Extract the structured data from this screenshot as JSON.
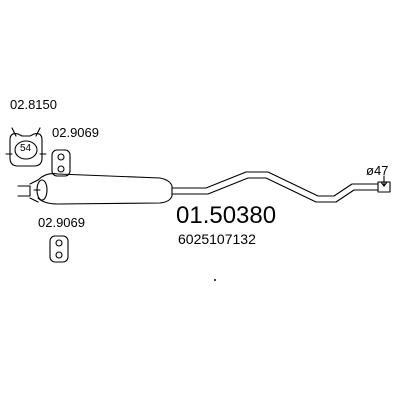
{
  "main_part_number": "01.50380",
  "oem_number": "6025107132",
  "outlet_diameter": "ø47",
  "accessories": [
    {
      "code": "02.8150",
      "clamp_size": "54",
      "kind": "clamp"
    },
    {
      "code": "02.9069",
      "kind": "rubber-hanger"
    },
    {
      "code": "02.9069",
      "kind": "rubber-hanger"
    }
  ],
  "colors": {
    "line": "#000000",
    "background": "#ffffff"
  }
}
